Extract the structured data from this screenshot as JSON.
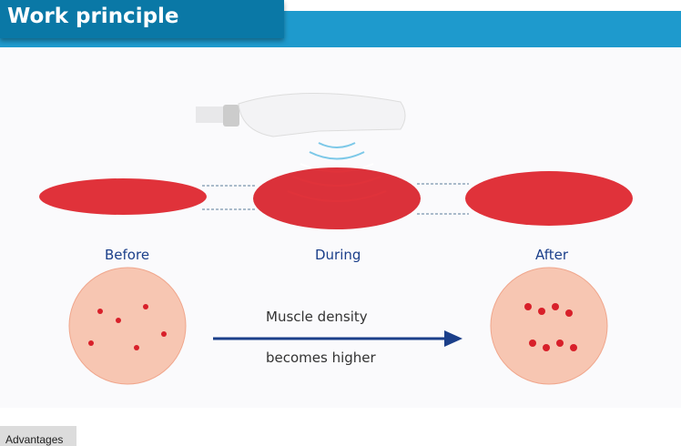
{
  "header": {
    "title": "Work principle"
  },
  "diagram": {
    "stages": [
      "Before",
      "During",
      "After"
    ],
    "caption_line1": "Muscle density",
    "caption_line2": "becomes higher"
  },
  "tabs": {
    "advantages": "Advantages"
  }
}
